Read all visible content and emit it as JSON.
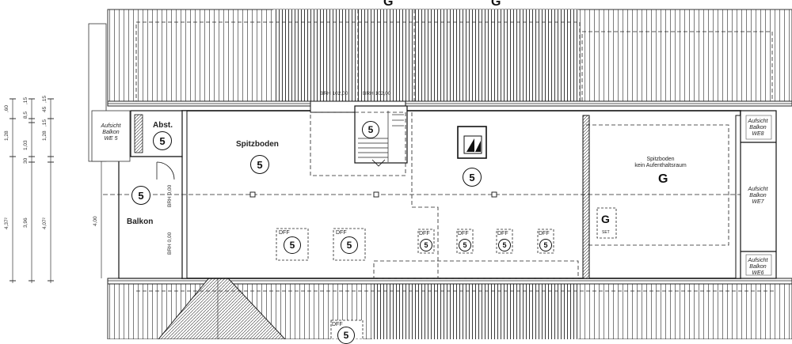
{
  "rooms": {
    "spitzboden": "Spitzboden",
    "abst": "Abst.",
    "balkon": "Balkon",
    "spitzboden2_line1": "Spitzboden",
    "spitzboden2_line2": "kein Aufenthaltsraum",
    "aufsicht_we5": [
      "Aufsicht",
      "Balkon",
      "WE 5"
    ],
    "aufsicht_we8": [
      "Aufsicht",
      "Balkon",
      "WE8"
    ],
    "aufsicht_we7": [
      "Aufsicht",
      "Balkon",
      "WE7"
    ],
    "aufsicht_we6": [
      "Aufsicht",
      "Balkon",
      "WE6"
    ]
  },
  "markers": {
    "five": "5",
    "g": "G",
    "dff": "DFF",
    "set": "SET"
  },
  "annotations": {
    "brh_left": "BRH 102,00",
    "brh_right": "BRH 102,00",
    "brh_wall_top": "BRH 0,00",
    "brh_wall_bottom": "BRH 0,00"
  },
  "dimensions": {
    "col1": [
      "1,28",
      ",60",
      "4,37²"
    ],
    "col2": [
      "1,03",
      ",15",
      "8,5",
      "3,96",
      "30"
    ],
    "col3": [
      "1,28",
      ",15",
      "45",
      ",15",
      "4,07²"
    ],
    "wall_height": "4,00"
  }
}
